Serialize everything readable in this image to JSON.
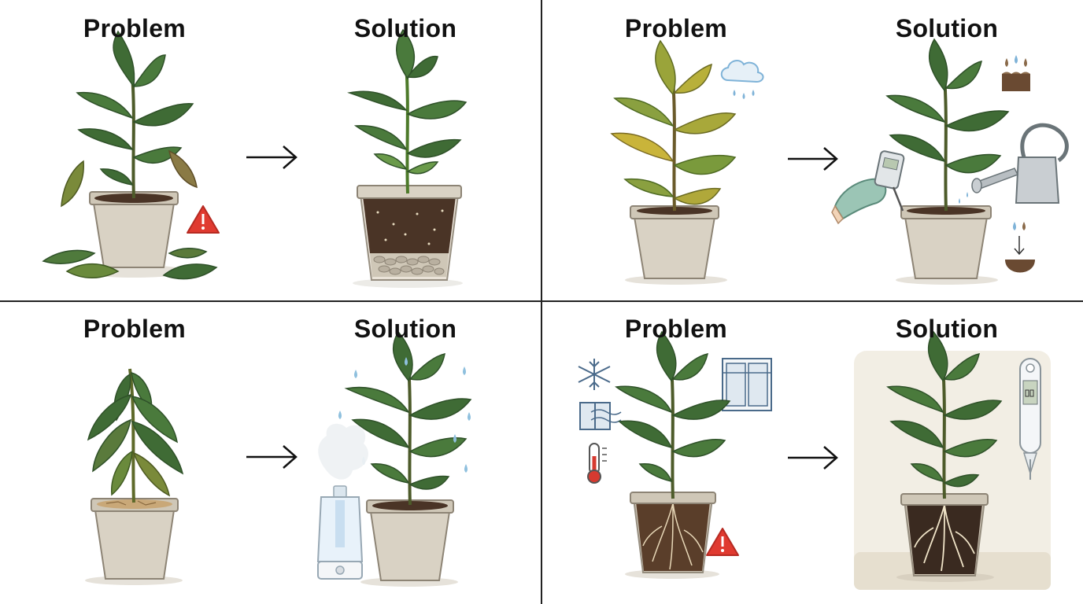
{
  "panels": [
    {
      "problem_label": "Problem",
      "solution_label": "Solution",
      "problem_icons": [
        "warning-icon"
      ],
      "solution_icons": [
        "drainage-layer"
      ]
    },
    {
      "problem_label": "Problem",
      "solution_label": "Solution",
      "problem_icons": [
        "rain-cloud-icon"
      ],
      "solution_icons": [
        "soil-moisture-meter",
        "watering-can-icon",
        "nutrient-drops-icon"
      ]
    },
    {
      "problem_label": "Problem",
      "solution_label": "Solution",
      "problem_icons": [
        "dry-cracked-soil"
      ],
      "solution_icons": [
        "humidifier-icon",
        "water-drops-icon"
      ]
    },
    {
      "problem_label": "Problem",
      "solution_label": "Solution",
      "problem_icons": [
        "snowflake-icon",
        "draft-icon",
        "thermometer-icon",
        "window-icon",
        "warning-icon"
      ],
      "solution_icons": [
        "thermometer-icon"
      ]
    }
  ],
  "colors": {
    "leaf": "#3f6b35",
    "leaf_dark": "#2f5129",
    "leaf_yellow": "#c9b43a",
    "pot": "#d9d2c4",
    "pot_shade": "#bfb6a4",
    "soil": "#4a3426",
    "warning": "#e03a30",
    "water": "#7fb3d8",
    "divider": "#222222"
  }
}
